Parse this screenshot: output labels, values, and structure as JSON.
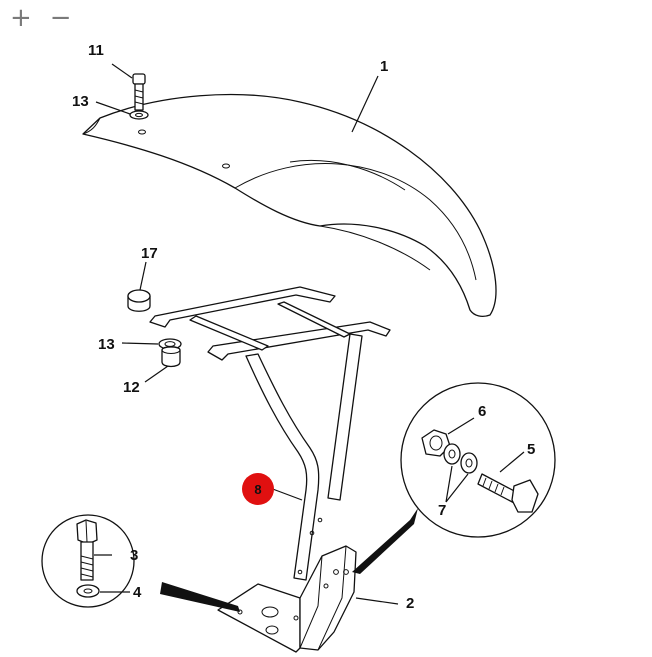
{
  "toolbar": {
    "zoom_in_label": "+",
    "zoom_out_label": "−"
  },
  "callouts": {
    "c1": "1",
    "c2": "2",
    "c3": "3",
    "c4": "4",
    "c5": "5",
    "c6": "6",
    "c7": "7",
    "c8": "8",
    "c11": "11",
    "c12": "12",
    "c13a": "13",
    "c13b": "13",
    "c17": "17"
  },
  "colors": {
    "highlight": "#e01010",
    "line": "#111111",
    "zoom_controls": "#7a7a7a"
  }
}
